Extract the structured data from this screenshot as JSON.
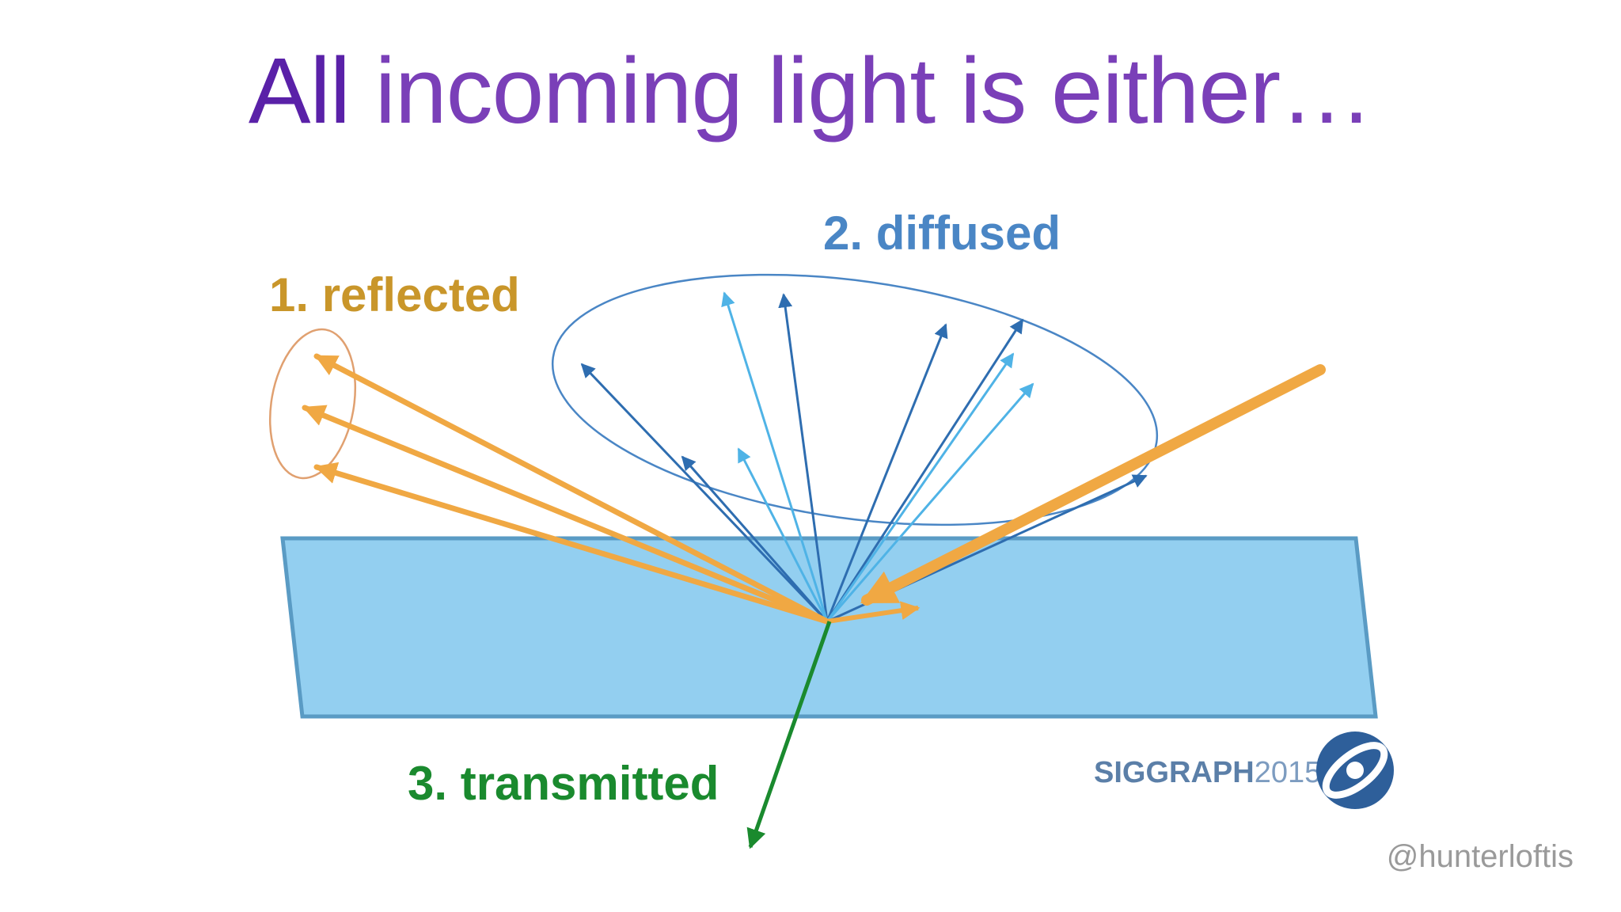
{
  "title": {
    "emphasis": "All",
    "rest": " incoming light is either…"
  },
  "labels": {
    "reflected": "1. reflected",
    "diffused": "2. diffused",
    "transmitted": "3. transmitted"
  },
  "logo": {
    "name": "SIGGRAPH",
    "year": "2015"
  },
  "credit": "@hunterloftis",
  "colors": {
    "title_emphasis": "#5a21a8",
    "title_text": "#7a3fb8",
    "reflected": "#f0a843",
    "reflected_label": "#c9962a",
    "diffused_label": "#4a86c5",
    "diffused_dark": "#2e6db0",
    "diffused_light": "#4fb3e6",
    "transmitted": "#1a8a2e",
    "surface_fill": "#93cff0",
    "surface_stroke": "#5a9bc4",
    "credit": "#9a9a9a"
  }
}
